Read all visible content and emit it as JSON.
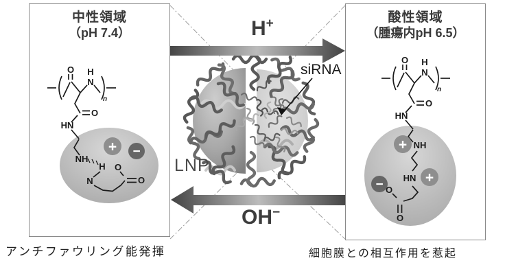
{
  "figure": {
    "left_panel": {
      "title_line1": "中性領域",
      "title_line2": "（pH 7.4）",
      "caption": "アンチファウリング能発揮"
    },
    "right_panel": {
      "title_line1": "酸性領域",
      "title_line2": "（腫瘍内pH 6.5）",
      "caption": "細胞膜との相互作用を惹起"
    },
    "center": {
      "lnp_label": "LNP",
      "sirna_label": "siRNA",
      "forward_arrow_label": "H",
      "forward_arrow_charge": "+",
      "reverse_arrow_label": "OH",
      "reverse_arrow_charge": "−"
    },
    "atoms": {
      "O": "O",
      "N": "N",
      "H": "H",
      "HN": "HN",
      "NH": "NH",
      "repeat_subscript": "n",
      "plus": "+",
      "minus": "−"
    },
    "colors": {
      "arrow_dark": "#414141",
      "arrow_light": "#bcbcbc",
      "plus_circle": "#8e8e8e",
      "minus_circle": "#666666",
      "panel_border": "#8a8a8a",
      "ellipse_light": "#d7d7d7",
      "ellipse_dark": "#a3a3a3"
    }
  }
}
